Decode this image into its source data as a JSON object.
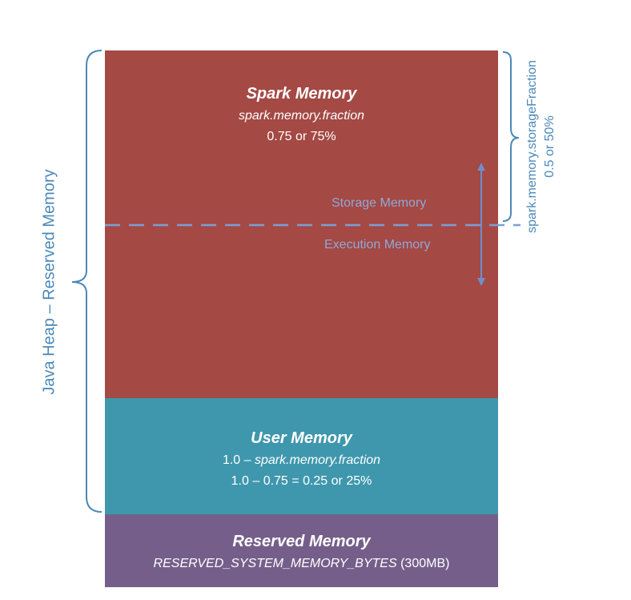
{
  "spark_memory": {
    "title": "Spark Memory",
    "param": "spark.memory.fraction",
    "value": "0.75 or 75%",
    "storage_label": "Storage Memory",
    "execution_label": "Execution Memory"
  },
  "user_memory": {
    "title": "User Memory",
    "formula_prefix": "1.0 – ",
    "formula_param": "spark.memory.fraction",
    "result": "1.0 – 0.75 = 0.25 or 25%"
  },
  "reserved_memory": {
    "title": "Reserved Memory",
    "param": "RESERVED_SYSTEM_MEMORY_BYTES",
    "size": "(300MB)"
  },
  "java_heap_label": "Java Heap – Reserved Memory",
  "storage_fraction": {
    "param": "spark.memory.storageFraction",
    "value": "0.5 or 50%"
  },
  "colors": {
    "spark": "#a44944",
    "user": "#3f97ad",
    "reserved": "#755f8a",
    "bracket": "#4c88b8",
    "sublabel": "#8fa8d8"
  }
}
